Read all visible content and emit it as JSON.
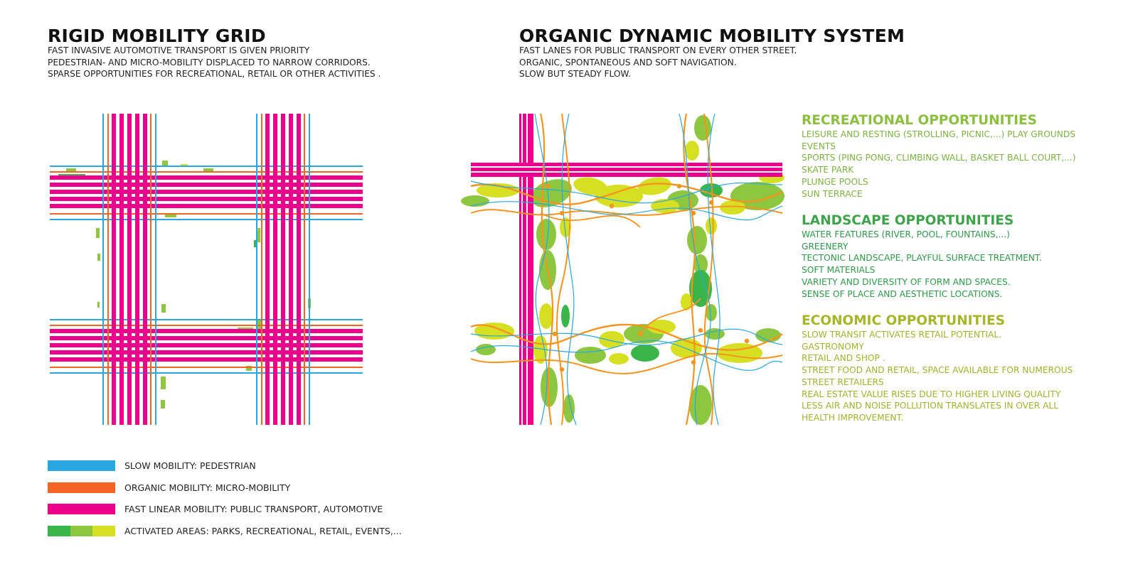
{
  "colors": {
    "pedestrian": "#29a8e0",
    "micro": "#f26522",
    "organic_orange": "#f7941d",
    "fast": "#ec008c",
    "green_dark": "#39b54a",
    "green_mid": "#8dc63f",
    "green_light": "#d7df23",
    "recreational_title": "#8cbf3f",
    "landscape_title": "#3ea34a",
    "economic_title": "#a5b728",
    "recreational_text": "#7cb342",
    "landscape_text": "#2e9a48",
    "economic_text": "#a1b32e"
  },
  "left_panel": {
    "title": "RIGID MOBILITY GRID",
    "lines": [
      "FAST INVASIVE AUTOMOTIVE TRANSPORT IS GIVEN PRIORITY",
      "PEDESTRIAN- AND MICRO-MOBILITY DISPLACED TO NARROW CORRIDORS.",
      "SPARSE OPPORTUNITIES FOR RECREATIONAL, RETAIL OR OTHER ACTIVITIES ."
    ]
  },
  "right_panel": {
    "title": "ORGANIC DYNAMIC MOBILITY SYSTEM",
    "lines": [
      "FAST LANES FOR PUBLIC TRANSPORT ON EVERY OTHER STREET.",
      "ORGANIC, SPONTANEOUS AND SOFT NAVIGATION.",
      "SLOW BUT STEADY FLOW."
    ]
  },
  "opportunities": [
    {
      "title": "RECREATIONAL OPPORTUNITIES",
      "items": [
        "LEISURE AND RESTING (STROLLING, PICNIC,...) PLAY GROUNDS",
        "EVENTS",
        "SPORTS (PING PONG, CLIMBING WALL, BASKET BALL  COURT,...)",
        "SKATE PARK",
        "PLUNGE POOLS",
        "SUN TERRACE"
      ]
    },
    {
      "title": "LANDSCAPE OPPORTUNITIES",
      "items": [
        "WATER FEATURES (RIVER, POOL, FOUNTAINS,...)",
        "GREENERY",
        "TECTONIC LANDSCAPE, PLAYFUL SURFACE TREATMENT.",
        "SOFT MATERIALS",
        "VARIETY AND DIVERSITY OF FORM AND SPACES.",
        "SENSE OF PLACE AND AESTHETIC LOCATIONS."
      ]
    },
    {
      "title": "ECONOMIC OPPORTUNITIES",
      "items": [
        "SLOW TRANSIT ACTIVATES RETAIL POTENTIAL.",
        "GASTRONOMY",
        "RETAIL AND SHOP .",
        "STREET FOOD AND RETAIL, SPACE AVAILABLE FOR NUMEROUS",
        "STREET RETAILERS",
        "REAL ESTATE VALUE RISES DUE TO HIGHER LIVING QUALITY",
        "LESS AIR AND NOISE POLLUTION TRANSLATES IN OVER ALL",
        "HEALTH IMPROVEMENT."
      ]
    }
  ],
  "legend": [
    {
      "label": "SLOW MOBILITY: PEDESTRIAN",
      "swatch": [
        "#29a8e0"
      ]
    },
    {
      "label": "ORGANIC MOBILITY: MICRO-MOBILITY",
      "swatch": [
        "#f26522"
      ]
    },
    {
      "label": "FAST LINEAR MOBILITY: PUBLIC TRANSPORT, AUTOMOTIVE",
      "swatch": [
        "#ec008c"
      ]
    },
    {
      "label": "ACTIVATED AREAS: PARKS, RECREATIONAL, RETAIL, EVENTS,...",
      "swatch": [
        "#39b54a",
        "#8dc63f",
        "#d7df23"
      ]
    }
  ]
}
